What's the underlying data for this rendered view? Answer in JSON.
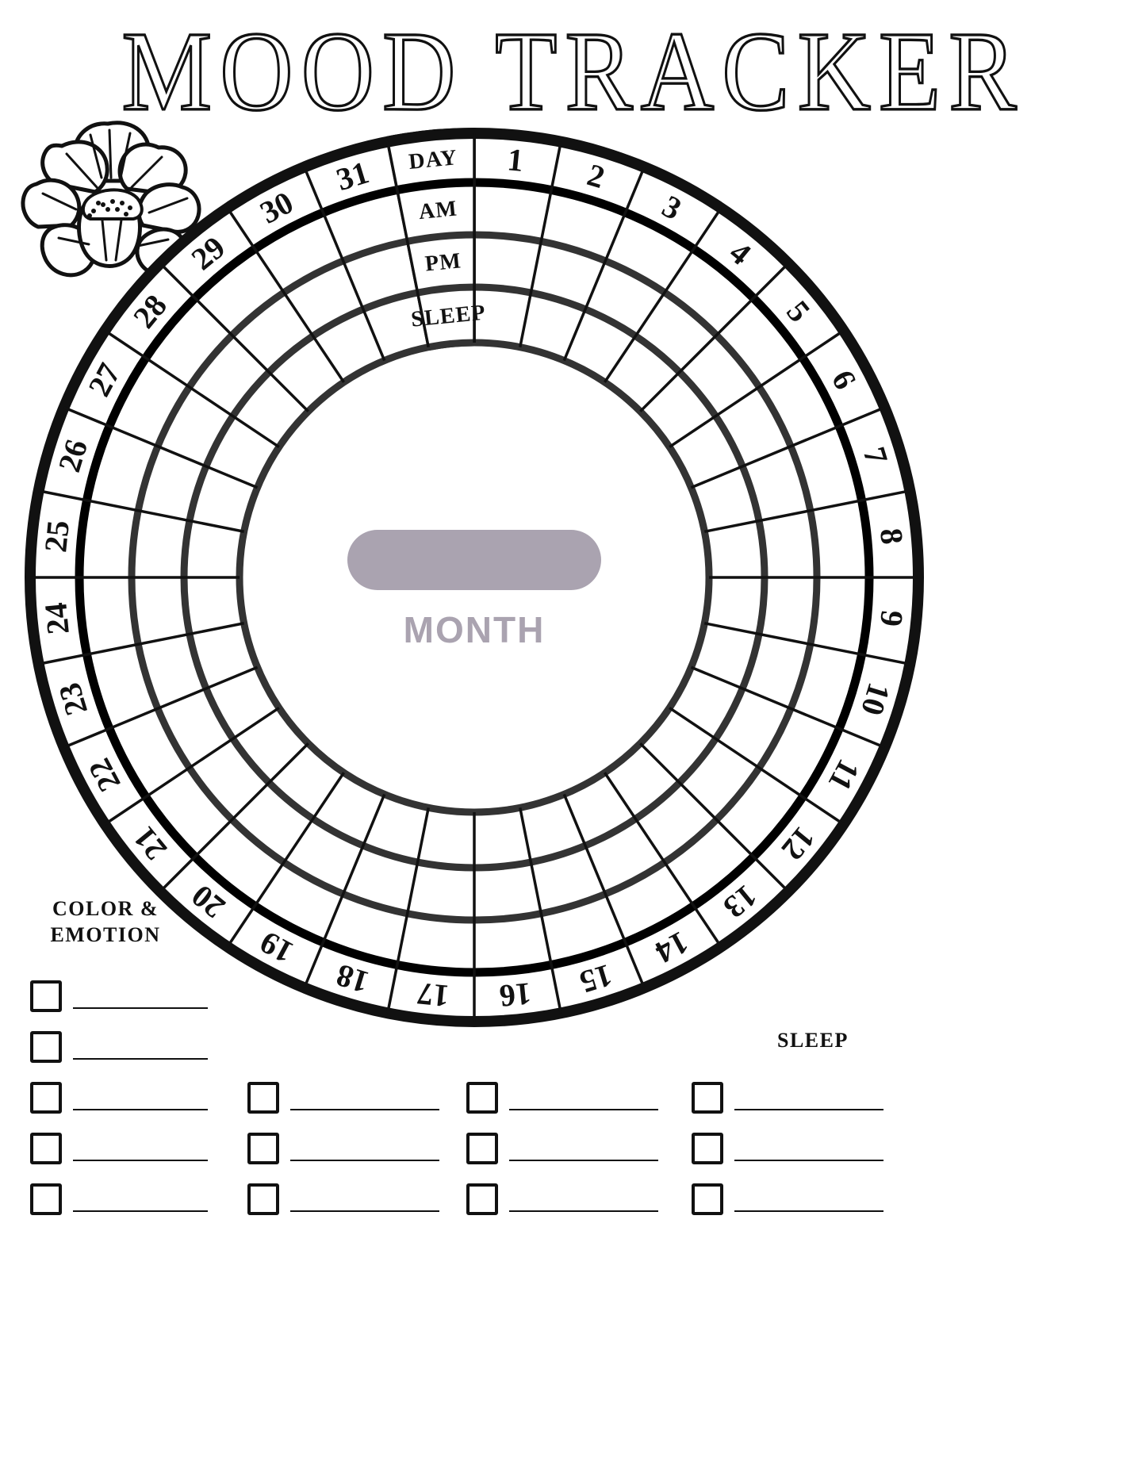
{
  "page": {
    "title": "MOOD TRACKER",
    "background_color": "#ffffff",
    "ink_color": "#111111",
    "accent_color": "#aaa3b0"
  },
  "decor": {
    "flower_icon": "flower-icon"
  },
  "wheel": {
    "center_label": "MONTH",
    "center_pill_color": "#aaa3b0",
    "ring_labels": [
      "DAY",
      "AM",
      "PM",
      "SLEEP"
    ],
    "days": [
      1,
      2,
      3,
      4,
      5,
      6,
      7,
      8,
      9,
      10,
      11,
      12,
      13,
      14,
      15,
      16,
      17,
      18,
      19,
      20,
      21,
      22,
      23,
      24,
      25,
      26,
      27,
      28,
      29,
      30,
      31
    ],
    "day_count": 31,
    "ring_count": 4
  },
  "legend": {
    "color_emotion_title": "COLOR &\nEMOTION",
    "sleep_title": "SLEEP",
    "columns": [
      {
        "name": "color-emotion",
        "rows": 5,
        "checkbox": true,
        "rule": true
      },
      {
        "name": "mood-b",
        "rows": 3,
        "checkbox": true,
        "rule": true
      },
      {
        "name": "mood-c",
        "rows": 3,
        "checkbox": true,
        "rule": true
      },
      {
        "name": "sleep",
        "rows": 3,
        "checkbox": true,
        "rule": true
      }
    ]
  },
  "chart_data": {
    "type": "table",
    "title": "MOOD TRACKER",
    "description": "Circular 31-day mood tracker with four concentric recording rings",
    "categories": [
      "DAY",
      "AM",
      "PM",
      "SLEEP"
    ],
    "x": [
      1,
      2,
      3,
      4,
      5,
      6,
      7,
      8,
      9,
      10,
      11,
      12,
      13,
      14,
      15,
      16,
      17,
      18,
      19,
      20,
      21,
      22,
      23,
      24,
      25,
      26,
      27,
      28,
      29,
      30,
      31
    ],
    "series": [
      {
        "name": "DAY",
        "values": []
      },
      {
        "name": "AM",
        "values": []
      },
      {
        "name": "PM",
        "values": []
      },
      {
        "name": "SLEEP",
        "values": []
      }
    ],
    "xlabel": "Day of month",
    "ylabel": "",
    "grid": true,
    "legend_position": "bottom"
  }
}
